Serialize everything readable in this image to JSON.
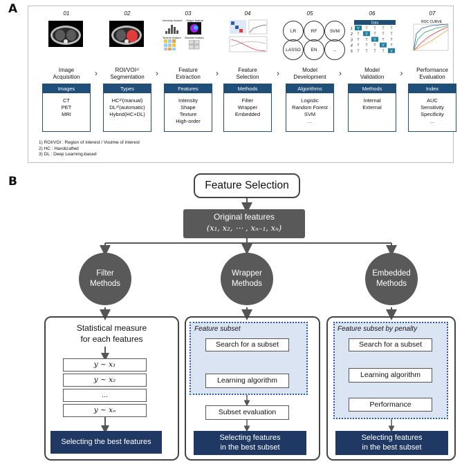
{
  "panel_a": {
    "letter": "A",
    "steps": [
      {
        "num": "01",
        "title_lines": [
          "Image",
          "Acquisition"
        ],
        "category": "Images",
        "items": [
          "CT",
          "PET",
          "MRI"
        ]
      },
      {
        "num": "02",
        "title_lines": [
          "ROI/VOI¹⁾",
          "Segmentation"
        ],
        "category": "Types",
        "items": [
          "HC²⁾(manual)",
          "DL³⁾(automatic)",
          "Hybrid(HC+DL)"
        ]
      },
      {
        "num": "03",
        "title_lines": [
          "Feature",
          "Extraction"
        ],
        "category": "Features",
        "items": [
          "Intensity",
          "Shape",
          "Texture",
          "High-order"
        ]
      },
      {
        "num": "04",
        "title_lines": [
          "Feature",
          "Selection"
        ],
        "category": "Methods",
        "items": [
          "Filter",
          "Wrapper",
          "Embedded"
        ]
      },
      {
        "num": "05",
        "title_lines": [
          "Model",
          "Development"
        ],
        "category": "Algorithms",
        "items": [
          "Logistic",
          "Random Forest",
          "SVM",
          "..."
        ]
      },
      {
        "num": "06",
        "title_lines": [
          "Model",
          "Validation"
        ],
        "category": "Methods",
        "items": [
          "Internal",
          "External"
        ]
      },
      {
        "num": "07",
        "title_lines": [
          "Performance",
          "Evaluation"
        ],
        "category": "Index",
        "items": [
          "AUC",
          "Sensitivity",
          "Specificity",
          "..."
        ]
      }
    ],
    "feature_labels": {
      "intensity": "Intensity feature",
      "shape": "Shape feature",
      "texture": "Texture feature",
      "wavelet": "Wavelet feature"
    },
    "algo_circles": [
      "LR",
      "RF",
      "SVM",
      "LASSO",
      "EN",
      "..."
    ],
    "validation_table": {
      "header": "Data",
      "rows": [
        "1",
        "2",
        "3",
        "4",
        "5"
      ],
      "cell": "T",
      "highlight": "V"
    },
    "roc_title": "ROC CURVE",
    "footnotes": [
      "1) ROI/VOI : Region of interest / Voulme of interest",
      "2) HC : Handcrafted",
      "3) DL : Deep Learning-based"
    ],
    "colors": {
      "navy": "#1f4e79",
      "red": "#e03c3c"
    }
  },
  "panel_b": {
    "letter": "B",
    "title": "Feature Selection",
    "original_features": "Original features",
    "original_formula": "(x₁, x₂, ⋯ , xₙ₋₁, xₙ)",
    "methods": [
      {
        "name_lines": [
          "Filter",
          "Methods"
        ]
      },
      {
        "name_lines": [
          "Wrapper",
          "Methods"
        ]
      },
      {
        "name_lines": [
          "Embedded",
          "Methods"
        ]
      }
    ],
    "filter": {
      "heading_lines": [
        "Statistical measure",
        "for each features"
      ],
      "rows": [
        "y ~ x₁",
        "y ~ x₂",
        "...",
        "y ~ xₙ"
      ],
      "result": "Selecting the best features"
    },
    "wrapper": {
      "subset_label": "Feature subset",
      "search": "Search for a subset",
      "learning": "Learning algorithm",
      "evaluation": "Subset evaluation",
      "result_lines": [
        "Selecting features",
        "in the best subset"
      ]
    },
    "embedded": {
      "subset_label": "Feature subset by penalty",
      "search": "Search for a subset",
      "learning": "Learning algorithm",
      "performance": "Performance",
      "result_lines": [
        "Selecting features",
        "in the best subset"
      ]
    },
    "colors": {
      "navy": "#1f3864",
      "grey": "#595959",
      "dotted": "#2e5fa3",
      "light_blue": "#dbe4f3"
    }
  }
}
